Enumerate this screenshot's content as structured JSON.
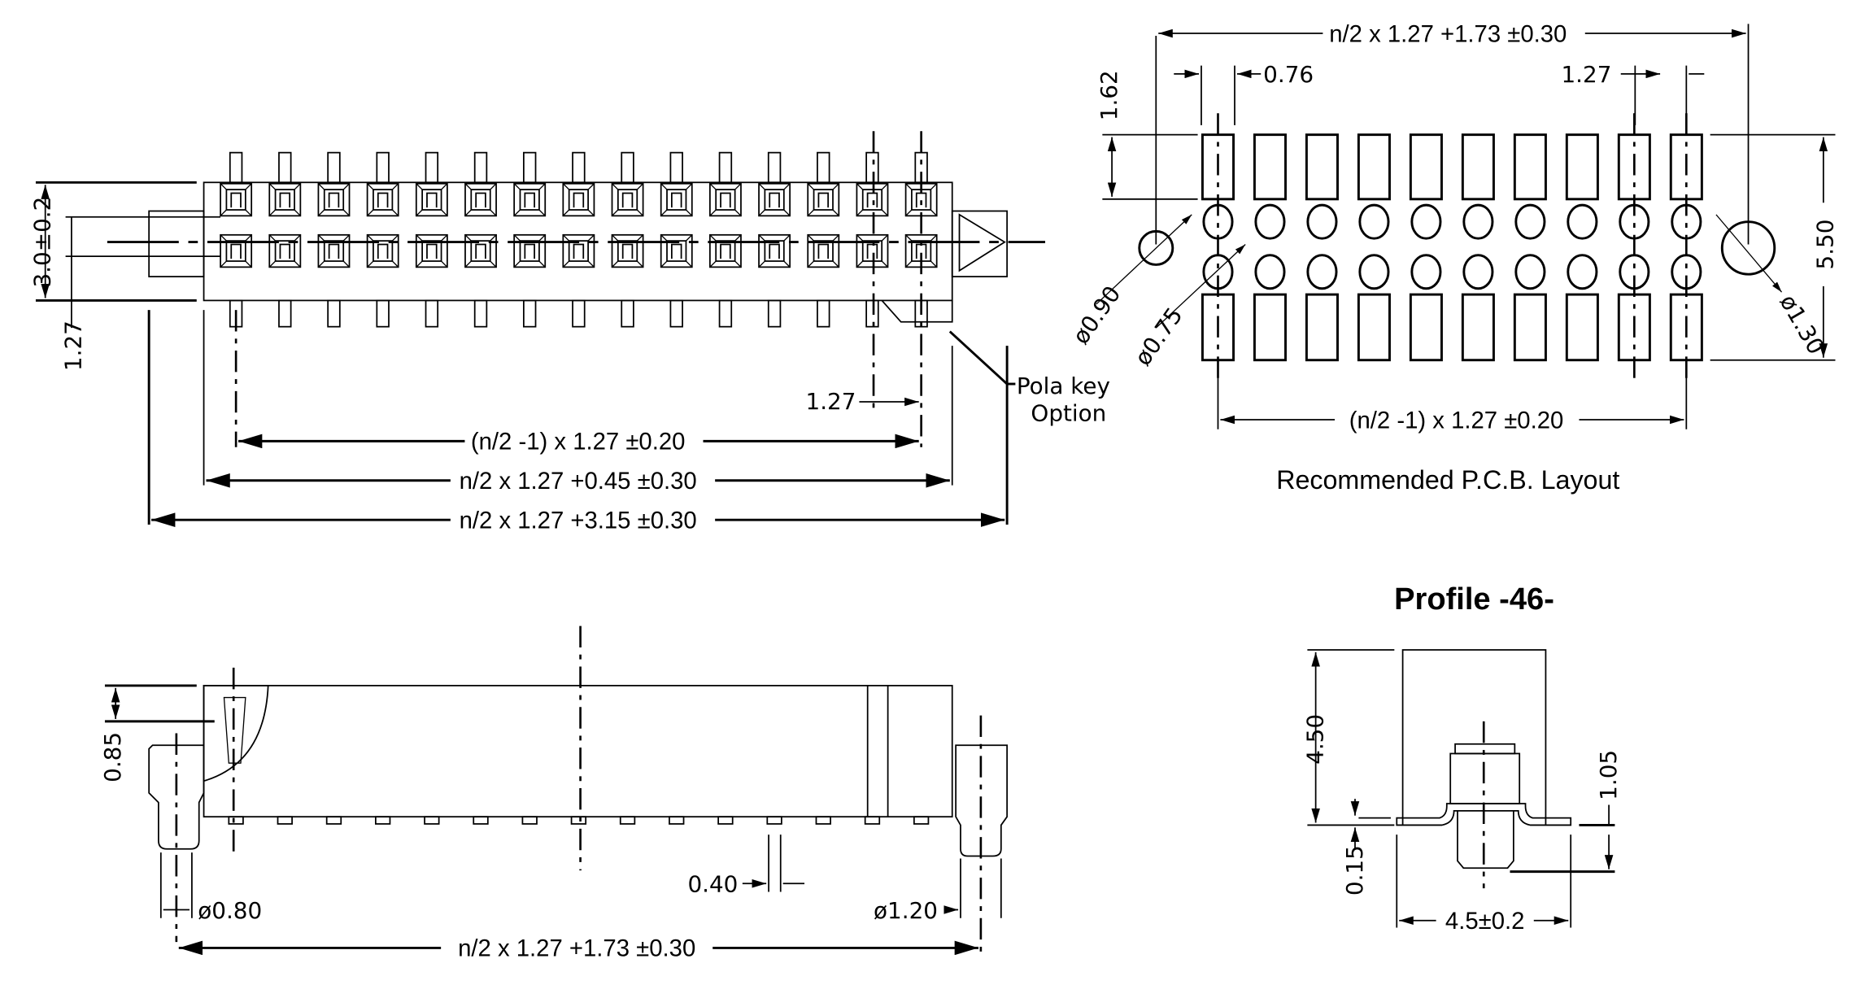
{
  "drawing": {
    "type": "connector mechanical drawing",
    "pins_per_row_shown": 15,
    "pcb_pads_per_row_shown": 10
  },
  "top_view": {
    "dim_height": "3.0±0.2",
    "dim_pitch_row": "1.27",
    "dim_pitch_col": "1.27",
    "dim_pin_span": "(n/2 -1) x 1.27 ±0.20",
    "dim_body_length": "n/2 x 1.27 +0.45 ±0.30",
    "dim_overall_length": "n/2 x 1.27 +3.15 ±0.30",
    "pola_key_line1": "Pola key",
    "pola_key_line2": "Option"
  },
  "pcb_layout": {
    "title": "Recommended P.C.B.  Layout",
    "dim_overall": "n/2 x 1.27 +1.73 ±0.30",
    "dim_pad_width": "0.76",
    "dim_pitch": "1.27",
    "dim_pad_length": "1.62",
    "dim_row_span": "5.50",
    "dim_hole_left": "ø0.90",
    "dim_hole_pin": "ø0.75",
    "dim_hole_right": "ø1.30",
    "dim_pad_span": "(n/2 -1) x 1.27 ±0.20"
  },
  "side_view": {
    "dim_depth": "0.85",
    "dim_peg_left": "ø0.80",
    "dim_peg_right": "ø1.20",
    "dim_lead": "0.40",
    "dim_overall": "n/2 x 1.27 +1.73 ±0.30"
  },
  "profile": {
    "title": "Profile -46-",
    "dim_height": "4.50",
    "dim_lead_thickness": "0.15",
    "dim_standoff": "1.05",
    "dim_width": "4.5±0.2"
  }
}
